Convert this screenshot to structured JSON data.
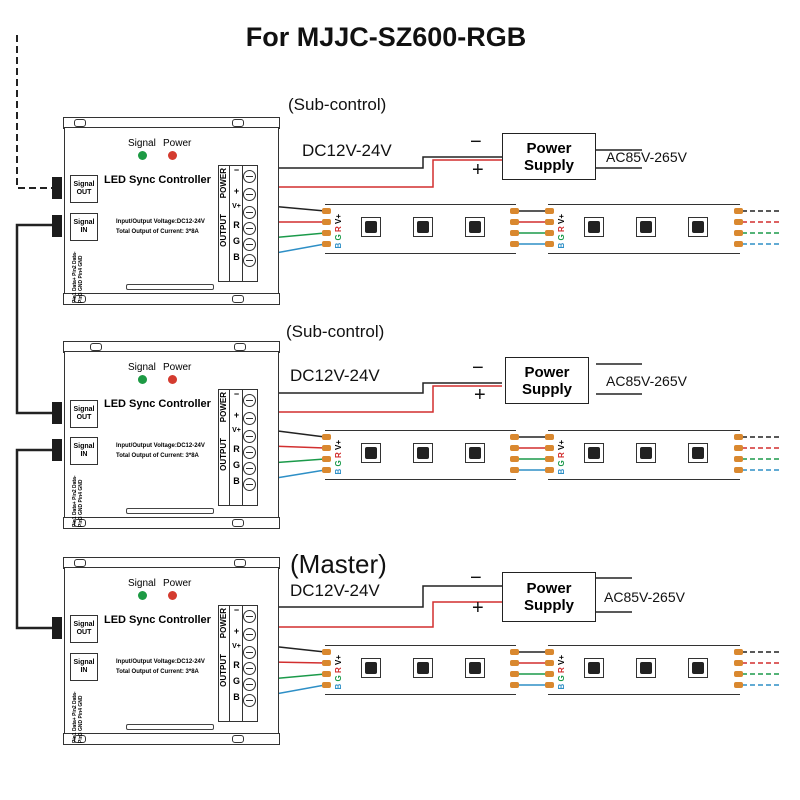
{
  "title": "For MJJC-SZ600-RGB",
  "colors": {
    "red_wire": "#d22f2f",
    "green_wire": "#1b9a4a",
    "blue_wire": "#2e8fc6",
    "black_wire": "#222222",
    "signal_led": "#1d9a44",
    "power_led": "#d43b2f",
    "pad": "#d9882f"
  },
  "controllers": [
    {
      "role": "(Sub-control)",
      "dc_label": "DC12V-24V",
      "ac_label": "AC85V-265V",
      "power_supply": "Power\nSupply",
      "minus": "−",
      "plus": "+"
    },
    {
      "role": "(Sub-control)",
      "dc_label": "DC12V-24V",
      "ac_label": "AC85V-265V",
      "power_supply": "Power\nSupply",
      "minus": "−",
      "plus": "+"
    },
    {
      "role": "(Master)",
      "dc_label": "DC12V-24V",
      "ac_label": "AC85V-265V",
      "power_supply": "Power\nSupply",
      "minus": "−",
      "plus": "+"
    }
  ],
  "controller_labels": {
    "signal": "Signal",
    "power": "Power",
    "name": "LED Sync Controller",
    "spec_line1": "Input/Output Voltage:DC12-24V",
    "spec_line2": "Total Output of Current: 3*8A",
    "signal_out": "Signal\nOUT",
    "signal_in": "Signal\nIN",
    "pins": "Pin1 Data+ Pin2 Data- Pin3 GND Pin4 GND",
    "power_group": "POWER",
    "output_group": "OUTPUT",
    "t_minus": "−",
    "t_plus": "+",
    "t_v": "V+",
    "t_r": "R",
    "t_g": "G",
    "t_b": "B"
  },
  "strip_labels": {
    "v": "V+",
    "r": "R",
    "g": "G",
    "b": "B"
  }
}
